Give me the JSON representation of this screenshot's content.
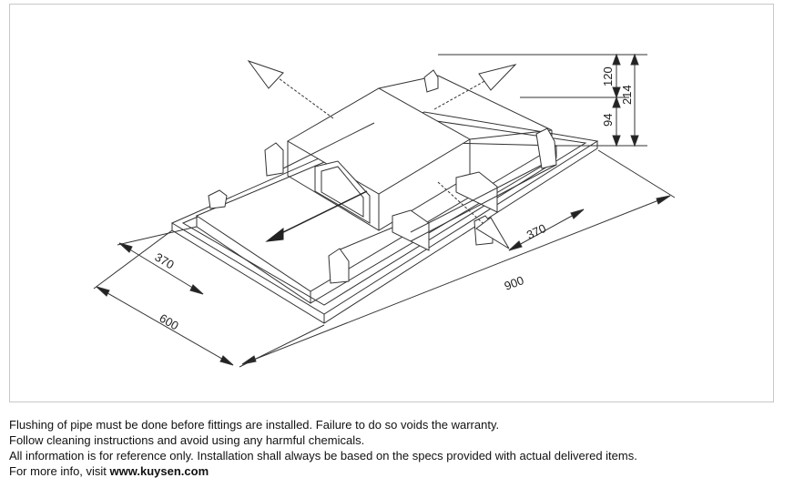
{
  "diagram": {
    "dimensions": {
      "d120": "120",
      "d214": "214",
      "d94": "94",
      "d370_right": "370",
      "d370_left": "370",
      "d900": "900",
      "d600": "600"
    }
  },
  "notes": {
    "line1": "Flushing of pipe must be done before fittings are installed. Failure to do so voids the warranty.",
    "line2": "Follow cleaning instructions and avoid using any harmful chemicals.",
    "line3": "All information is for reference only. Installation shall always be based on the specs provided with actual delivered items.",
    "line4_prefix": "For more info, visit ",
    "line4_link": "www.kuysen.com"
  }
}
